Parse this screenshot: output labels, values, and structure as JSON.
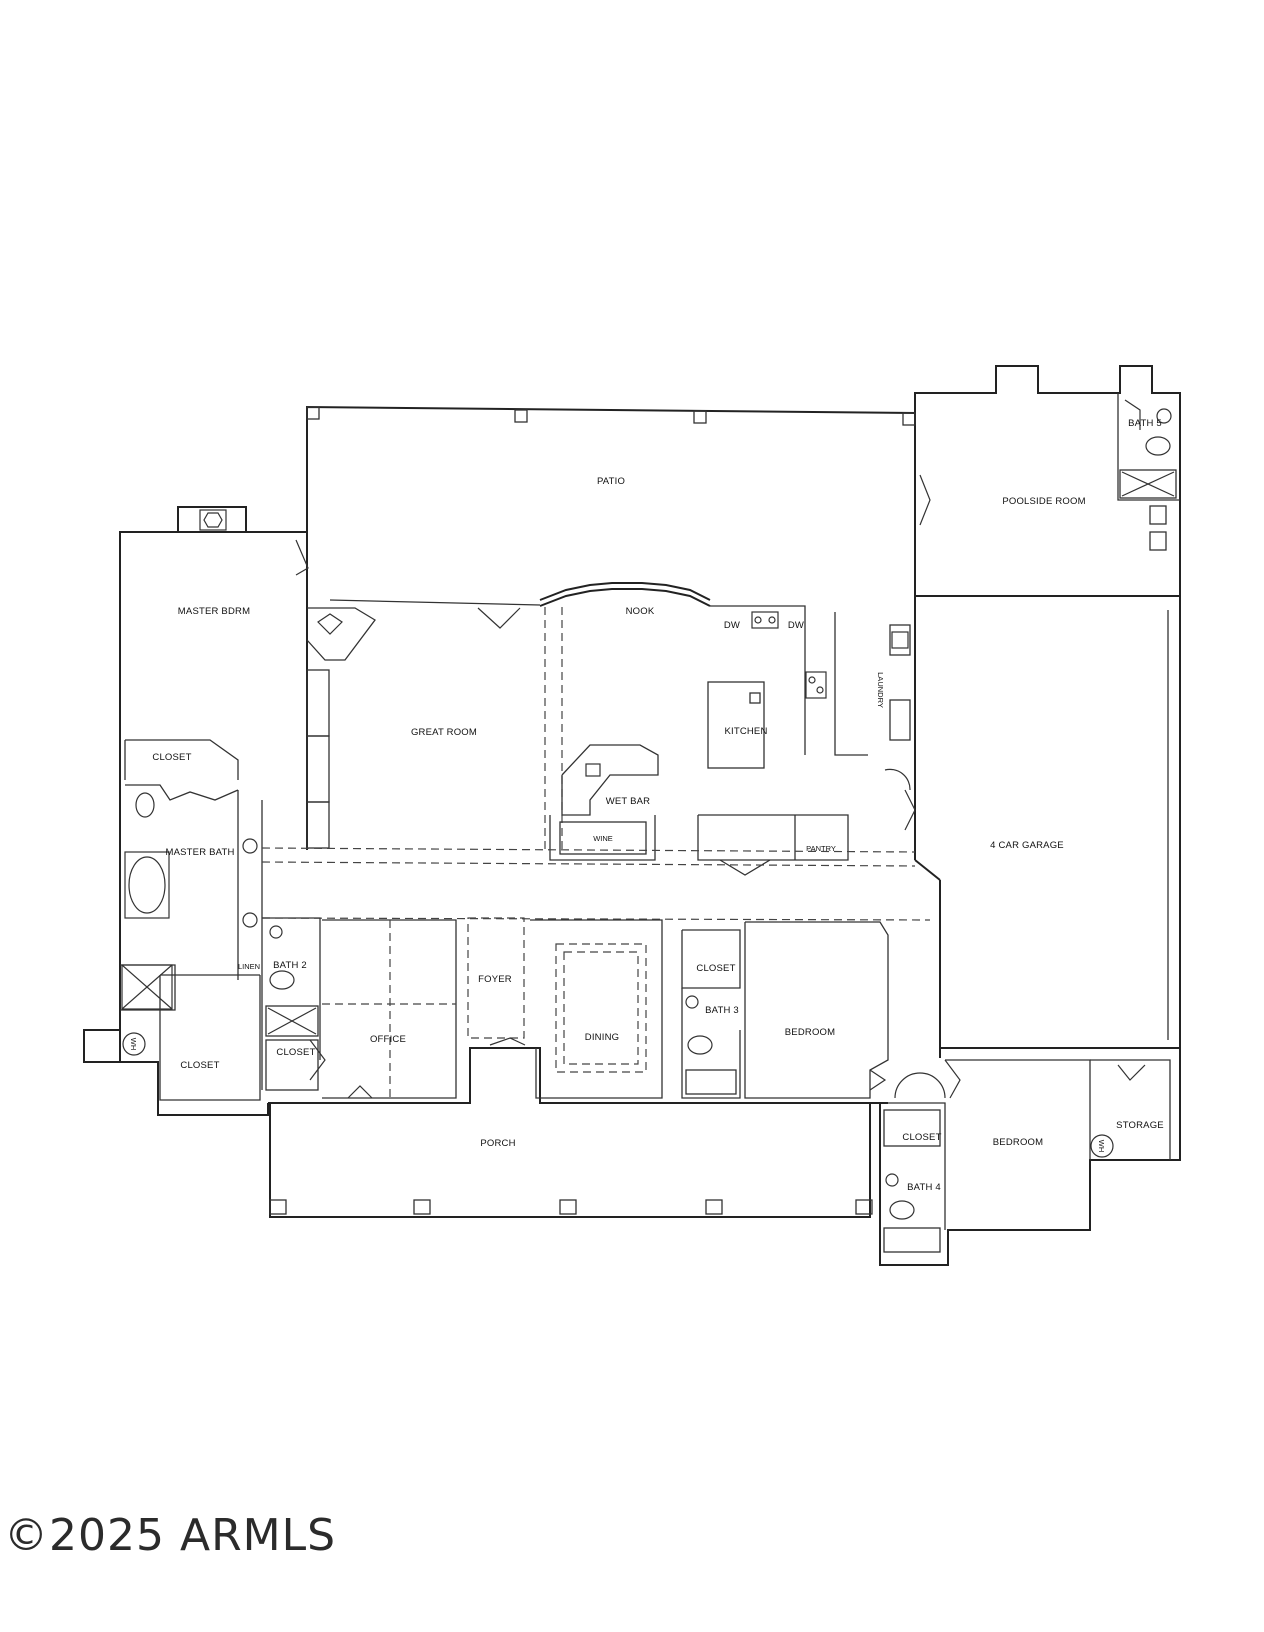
{
  "rooms": {
    "patio": "PATIO",
    "poolside_room": "POOLSIDE ROOM",
    "bath_5": "BATH 5",
    "master_bdrm": "MASTER BDRM",
    "nook": "NOOK",
    "great_room": "GREAT ROOM",
    "kitchen": "KITCHEN",
    "laundry": "LAUNDRY",
    "closet_master": "CLOSET",
    "master_bath": "MASTER BATH",
    "wet_bar": "WET BAR",
    "wine": "WINE",
    "pantry": "PANTRY",
    "four_car_garage": "4 CAR GARAGE",
    "bath_2": "BATH 2",
    "linen": "LINEN",
    "foyer": "FOYER",
    "dining": "DINING",
    "office": "OFFICE",
    "closet_bath3": "CLOSET",
    "bath_3": "BATH 3",
    "bedroom_2": "BEDROOM",
    "closet_master_2": "CLOSET",
    "closet_office": "CLOSET",
    "porch": "PORCH",
    "closet_bath4": "CLOSET",
    "bath_4": "BATH 4",
    "bedroom_3": "BEDROOM",
    "storage": "STORAGE"
  },
  "fixtures": {
    "dw_left": "DW",
    "dw_right": "DW",
    "water_heater_1": "WH",
    "water_heater_2": "WH"
  },
  "watermark": "©2025 ARMLS"
}
